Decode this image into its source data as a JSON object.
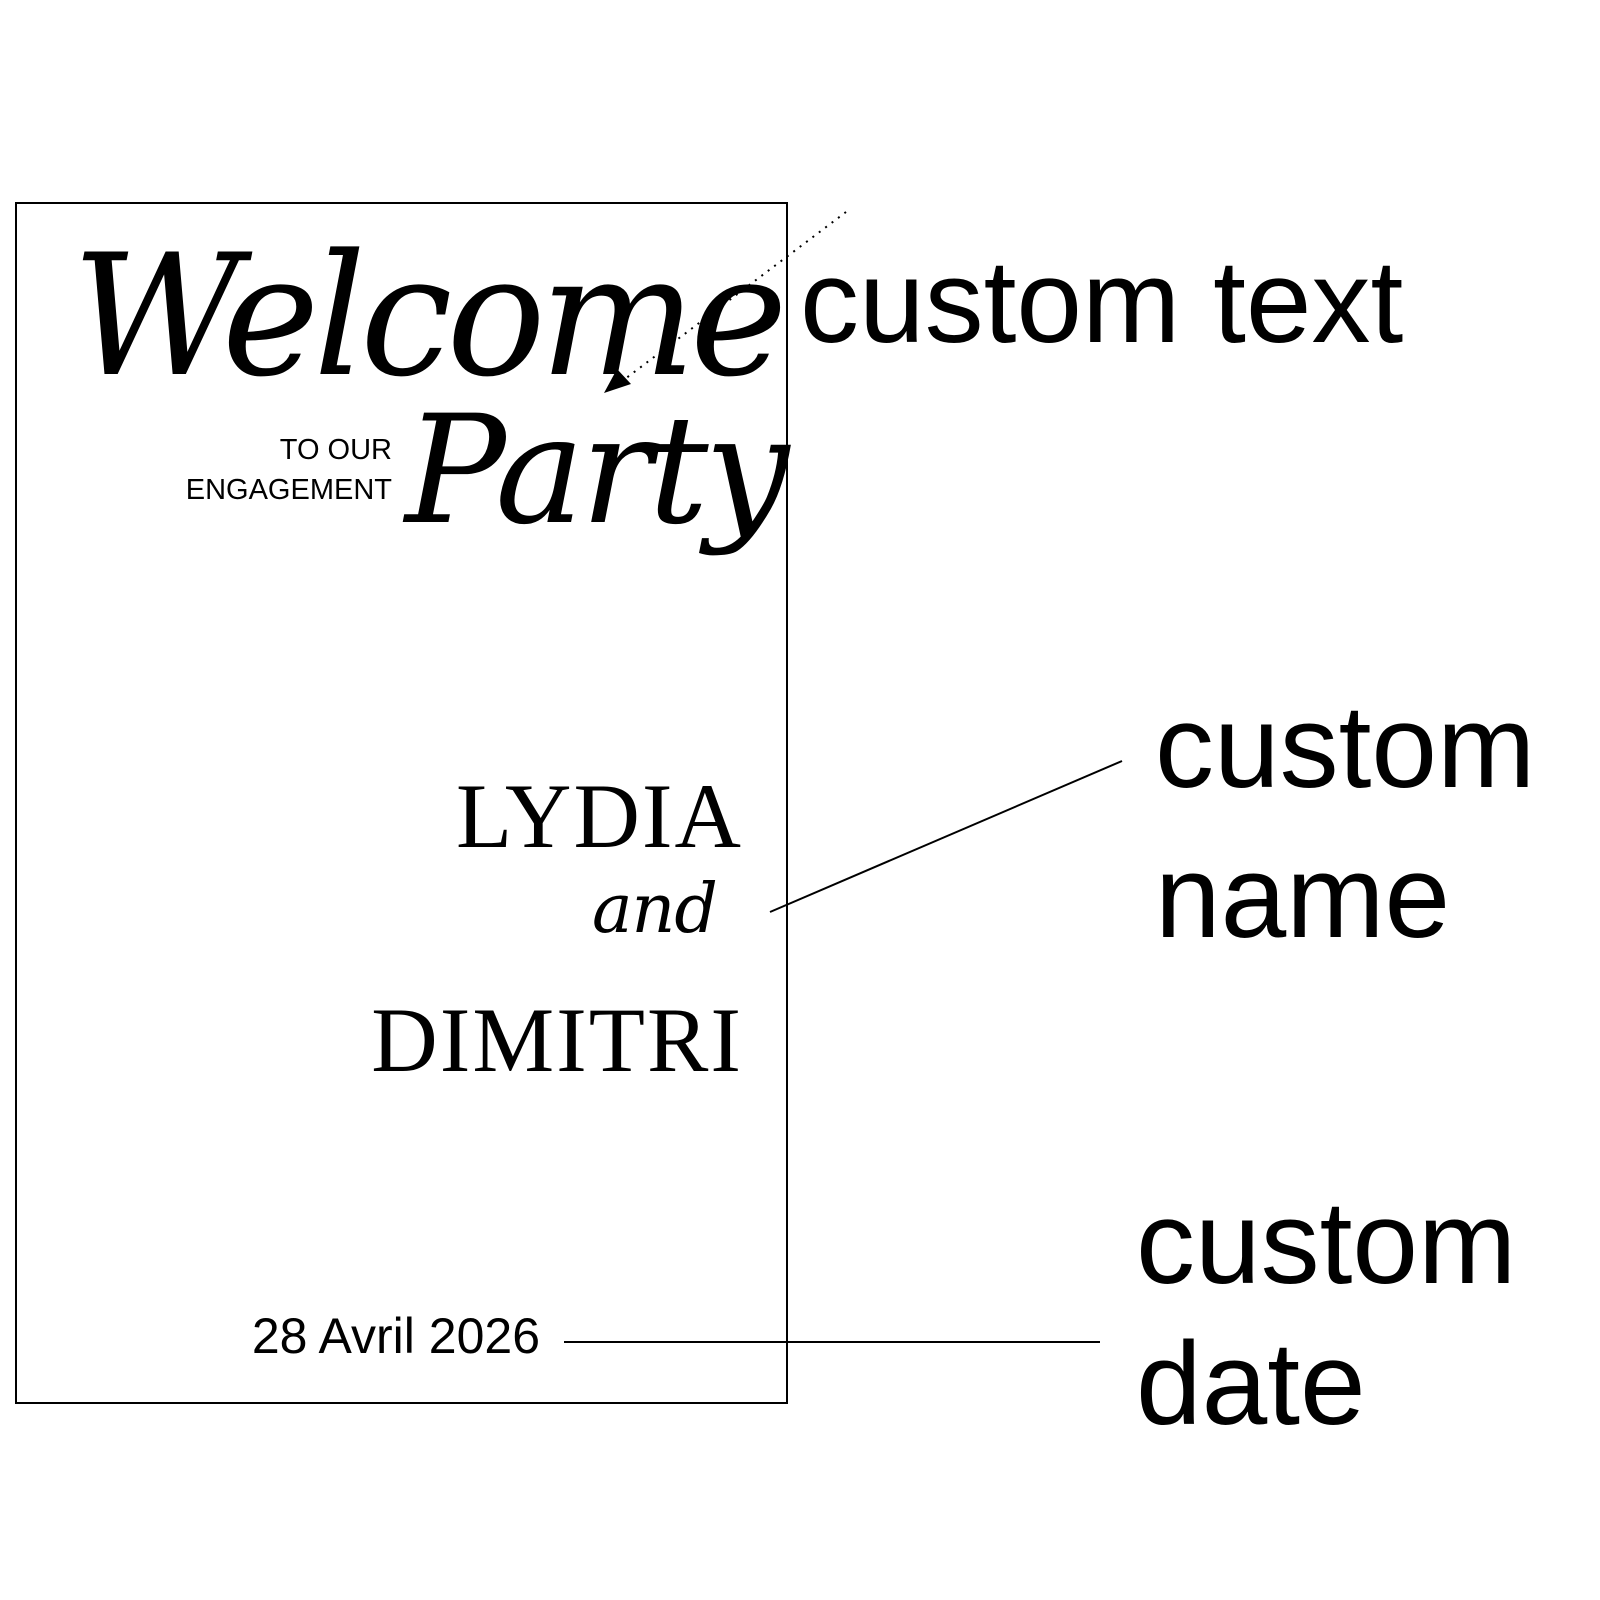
{
  "sign": {
    "welcome": "Welcome",
    "subtitle_line1": "TO OUR",
    "subtitle_line2": "ENGAGEMENT",
    "party": "Party",
    "name1": "LYDIA",
    "and": "and",
    "name2": "DIMITRI",
    "date": "28 Avril 2026"
  },
  "callouts": {
    "text_label": "custom text",
    "name_label_line1": "custom",
    "name_label_line2": "name",
    "date_label_line1": "custom",
    "date_label_line2": "date"
  },
  "colors": {
    "ink": "#000000",
    "background": "#ffffff"
  }
}
